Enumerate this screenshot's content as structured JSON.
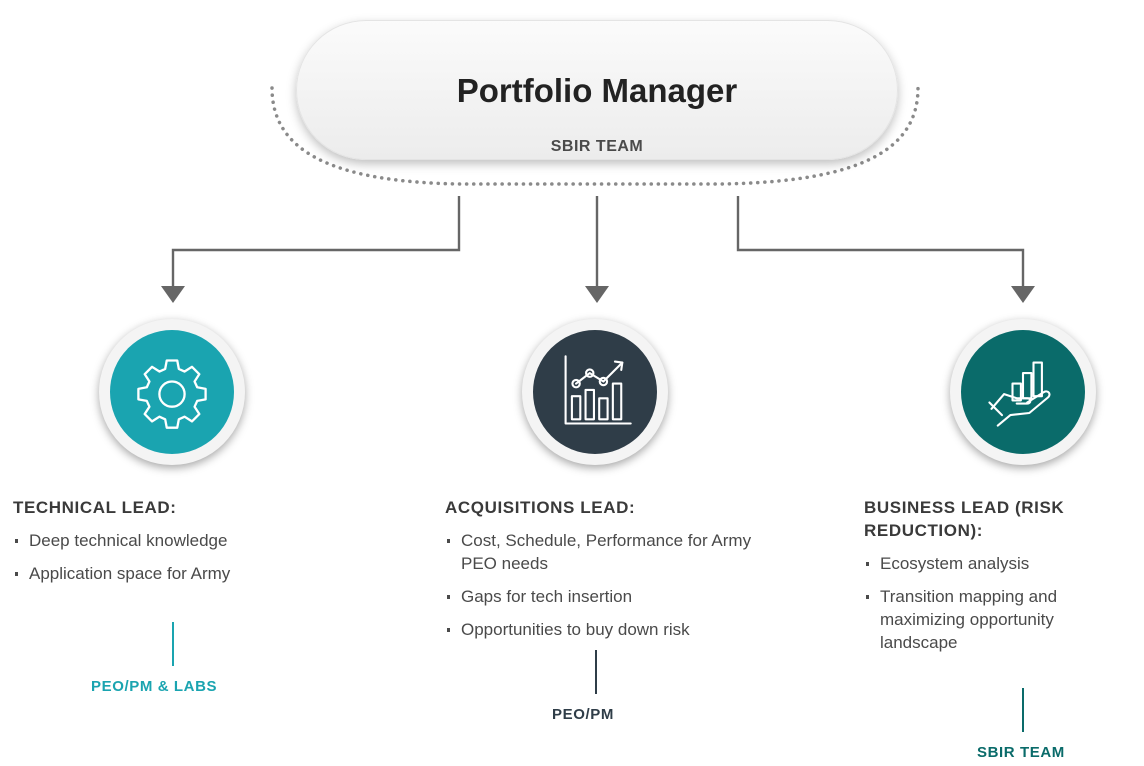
{
  "colors": {
    "teal": "#1aa4b0",
    "dark_slate": "#2f3d48",
    "dark_teal": "#0a6b6a",
    "connector": "#666666"
  },
  "top": {
    "title": "Portfolio Manager",
    "subtitle": "SBIR TEAM"
  },
  "columns": [
    {
      "icon": "gear-icon",
      "title": "TECHNICAL LEAD:",
      "items": [
        "Deep technical knowledge",
        "Application space for Army"
      ],
      "footer": "PEO/PM & LABS"
    },
    {
      "icon": "growth-chart-icon",
      "title": "ACQUISITIONS LEAD:",
      "items": [
        "Cost, Schedule, Performance for Army PEO needs",
        "Gaps for tech insertion",
        "Opportunities to buy down risk"
      ],
      "footer": "PEO/PM"
    },
    {
      "icon": "hand-holding-chart-icon",
      "title": "BUSINESS LEAD (RISK REDUCTION):",
      "items": [
        "Ecosystem analysis",
        "Transition mapping and maximizing opportunity landscape"
      ],
      "footer": "SBIR TEAM"
    }
  ]
}
